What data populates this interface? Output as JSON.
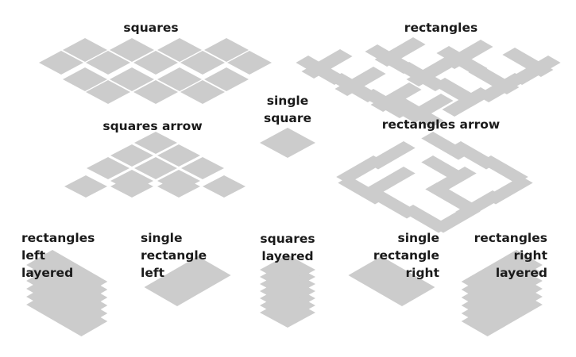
{
  "colors": {
    "tile": "#cccccc",
    "text": "#1a1a1a",
    "background": "#ffffff"
  },
  "labels": {
    "squares": "squares",
    "rectangles": "rectangles",
    "single_square": "single\nsquare",
    "squares_arrow": "squares arrow",
    "rectangles_arrow": "rectangles arrow",
    "rectangles_left_layered": "rectangles\nleft\nlayered",
    "single_rectangle_left": "single\nrectangle\nleft",
    "squares_layered": "squares\nlayered",
    "single_rectangle_right": "single\nrectangle\nright",
    "rectangles_right_layered": "rectangles\nright\nlayered"
  }
}
